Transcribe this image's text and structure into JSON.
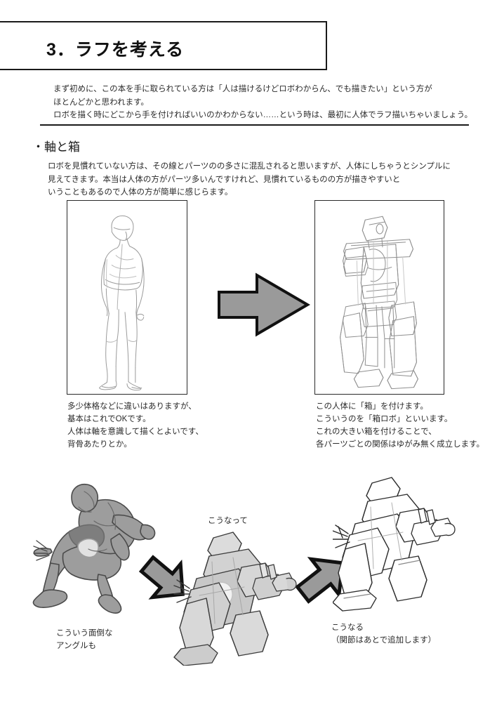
{
  "page": {
    "header": {
      "title": "3．ラフを考える"
    },
    "intro": [
      "まず初めに、この本を手に取られている方は「人は描けるけどロボわからん、でも描きたい」という方が",
      "ほとんどかと思われます。",
      "ロボを描く時にどこから手を付ければいいのかわからない……という時は、最初に人体でラフ描いちゃいましょう。"
    ],
    "section": {
      "heading": "・軸と箱",
      "body": [
        "ロボを見慣れていない方は、その線とパーツのの多さに混乱されると思いますが、人体にしちゃうとシンプルに",
        "見えてきます。本当は人体の方がパーツ多いんですけれど、見慣れているものの方が描きやすいと",
        "いうこともあるので人体の方が簡単に感じらます。"
      ]
    },
    "figures": {
      "human": {
        "alt": "standing-human-body-sketch",
        "caption": [
          "多少体格などに違いはありますが、",
          "基本はこれでOKです。",
          "人体は軸を意識して描くとよいです、",
          "背骨あたりとか。"
        ]
      },
      "robot": {
        "alt": "standing-box-robot-sketch",
        "caption": [
          "この人体に「箱」を付けます。",
          "こういうのを「箱ロボ」といいます。",
          "これの大きい箱を付けることで、",
          "各パーツごとの関係はゆがみ無く成立します。"
        ]
      }
    },
    "bottom": {
      "left_caption": [
        "こういう面倒な",
        "アングルも"
      ],
      "middle_caption": [
        "こうなって"
      ],
      "right_caption": [
        "こうなる",
        "（関節はあとで追加します）"
      ],
      "art": {
        "crouching_human": "crouching-human-figure-gray",
        "crouching_robot_middle": "crouching-box-robot-shaded",
        "crouching_robot_right": "crouching-box-robot-lineart"
      }
    },
    "arrows": {
      "main": "arrow-right",
      "lower_left": "arrow-down-right",
      "lower_right": "arrow-up-right"
    },
    "colors": {
      "arrow_fill": "#9a9a9a",
      "arrow_stroke": "#111111",
      "rule": "#1a1a1a",
      "text": "#2b2b2b",
      "frame_border": "#2a2a2a",
      "sketch_line": "#8a8a8a",
      "figure_gray": "#9d9d9d",
      "figure_gray_dark": "#7e7e7e"
    }
  }
}
